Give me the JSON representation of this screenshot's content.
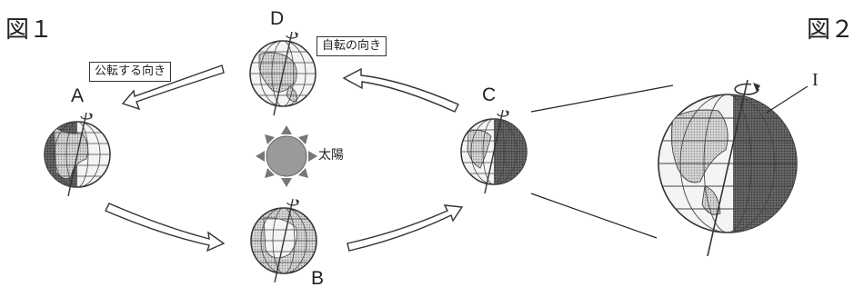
{
  "figures": {
    "fig1": "図１",
    "fig2": "図２"
  },
  "positions": {
    "a": "A",
    "b": "B",
    "c": "C",
    "d": "D"
  },
  "labels": {
    "revolution": "公転する向き",
    "rotation": "自転の向き",
    "sun": "太陽",
    "point_i": "I"
  }
}
